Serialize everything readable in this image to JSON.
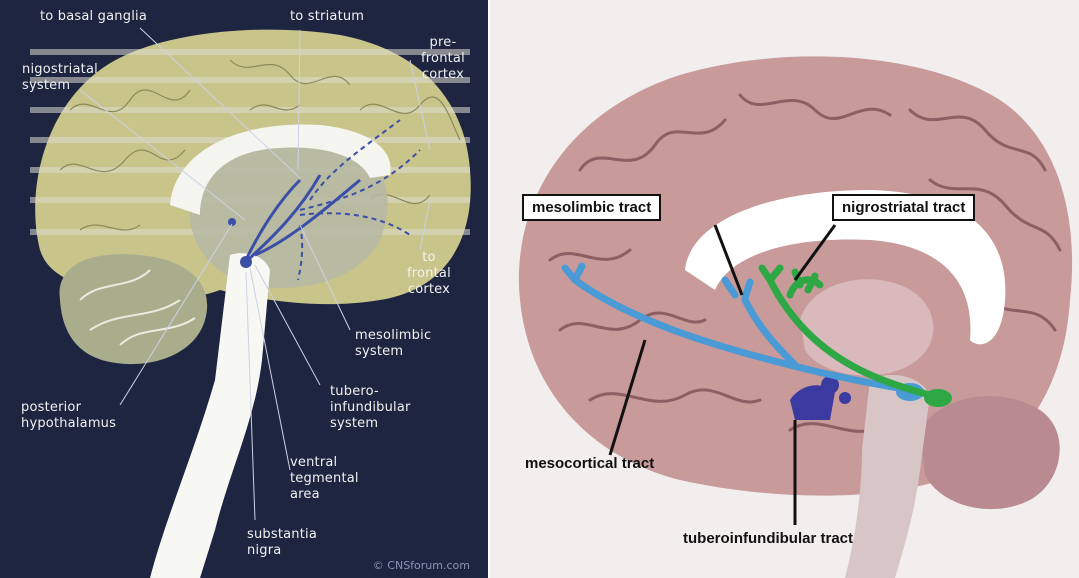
{
  "left_diagram": {
    "labels": {
      "basal_ganglia": "to basal ganglia",
      "striatum": "to striatum",
      "prefrontal": "pre-\nfrontal\ncortex",
      "nigostriatal": "nigostriatal\nsystem",
      "frontal": "to\nfrontal\ncortex",
      "mesolimbic": "mesolimbic\nsystem",
      "posterior_hypothalamus": "posterior\nhypothalamus",
      "tuberoinfundibular": "tubero-\ninfundibular\nsystem",
      "ventral_tegmental": "ventral\ntegmental\narea",
      "substantia_nigra": "substantia\nnigra"
    },
    "copyright": "© CNSforum.com",
    "colors": {
      "background": "#1d2541",
      "cortex": "#c9c48a",
      "pathway": "#3b4fa8",
      "white_matter": "#ffffff"
    }
  },
  "right_diagram": {
    "labels": {
      "mesolimbic": "mesolimbic tract",
      "nigrostriatal": "nigrostriatal tract",
      "mesocortical": "mesocortical tract",
      "tuberoinfundibular": "tuberoinfundibular tract"
    },
    "colors": {
      "mesolimbic": "#4a9ad6",
      "nigrostriatal": "#2ea845",
      "tuberoinfundibular": "#3a3aa0",
      "brain": "#c89a9a"
    }
  }
}
